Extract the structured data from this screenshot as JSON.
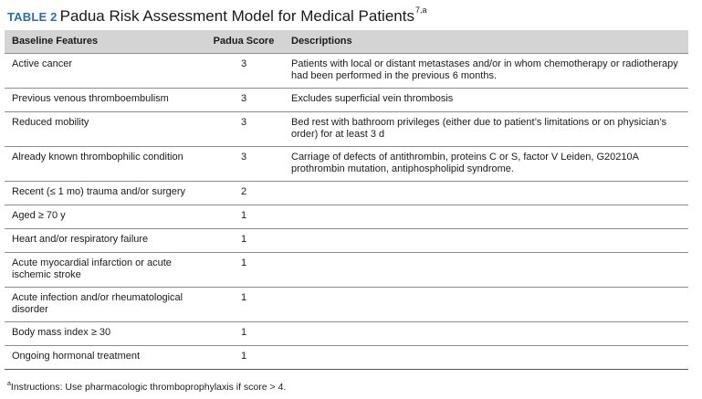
{
  "title": {
    "label": "TABLE 2",
    "text": "Padua Risk Assessment Model for Medical Patients",
    "superscript": "7,a"
  },
  "columns": [
    "Baseline Features",
    "Padua Score",
    "Descriptions"
  ],
  "rows": [
    {
      "feature": "Active cancer",
      "score": "3",
      "description": "Patients with local or distant metastases and/or in whom chemotherapy or radiotherapy had been performed in the previous 6 months."
    },
    {
      "feature": "Previous venous thromboembulism",
      "score": "3",
      "description": "Excludes superficial vein thrombosis"
    },
    {
      "feature": "Reduced mobility",
      "score": "3",
      "description": "Bed rest with bathroom privileges (either due to patient’s limitations or on physician’s order) for at least 3 d"
    },
    {
      "feature": "Already known thrombophilic condition",
      "score": "3",
      "description": "Carriage of defects of antithrombin, proteins C or S, factor V Leiden, G20210A prothrombin mutation, antiphospholipid syndrome."
    },
    {
      "feature": "Recent (≤ 1 mo) trauma and/or surgery",
      "score": "2",
      "description": ""
    },
    {
      "feature": "Aged ≥ 70 y",
      "score": "1",
      "description": ""
    },
    {
      "feature": "Heart and/or respiratory failure",
      "score": "1",
      "description": ""
    },
    {
      "feature": "Acute myocardial infarction or acute ischemic stroke",
      "score": "1",
      "description": ""
    },
    {
      "feature": "Acute infection and/or rheumatological disorder",
      "score": "1",
      "description": ""
    },
    {
      "feature": "Body mass index ≥ 30",
      "score": "1",
      "description": ""
    },
    {
      "feature": "Ongoing hormonal treatment",
      "score": "1",
      "description": ""
    }
  ],
  "footnote": {
    "marker": "a",
    "text": "Instructions: Use pharmacologic thromboprophylaxis if score > 4."
  },
  "colors": {
    "title_label": "#2a6db0",
    "header_bg": "#d4d4d4",
    "rule": "#8c8c8c"
  }
}
